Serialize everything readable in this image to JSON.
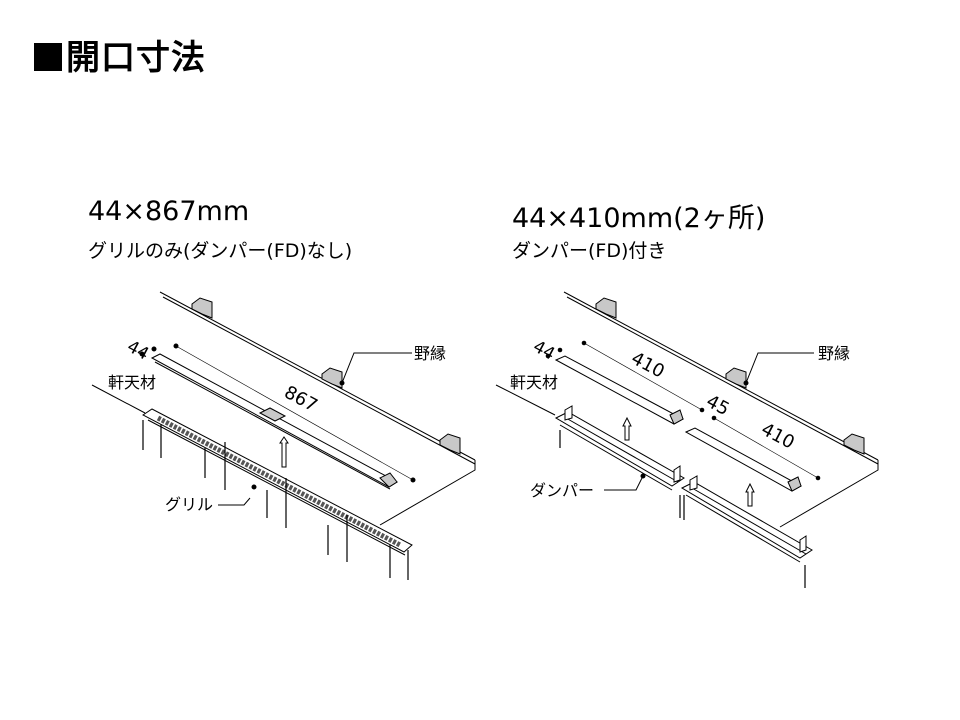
{
  "title": "開口寸法",
  "left": {
    "size": "44×867mm",
    "subtitle": "グリルのみ(ダンパー(FD)なし)",
    "dim_width": "44",
    "dim_length": "867",
    "label_joist": "野縁",
    "label_soffit": "軒天材",
    "label_part": "グリル"
  },
  "right": {
    "size": "44×410mm(2ヶ所)",
    "subtitle": "ダンパー(FD)付き",
    "dim_width": "44",
    "dim_length1": "410",
    "dim_gap": "45",
    "dim_length2": "410",
    "label_joist": "野縁",
    "label_soffit": "軒天材",
    "label_part": "ダンパー"
  },
  "colors": {
    "line": "#000000",
    "fill_gray": "#c8c8c8",
    "grille": "#555555"
  }
}
